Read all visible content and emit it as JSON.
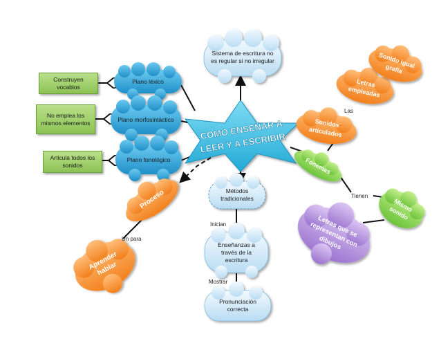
{
  "center": {
    "line1": "COMO ENSEÑAR A",
    "line2": "LEER Y A ESCRIBIR"
  },
  "left_boxes": [
    {
      "text": "Construyen vocablos"
    },
    {
      "text": "No emplea los mismos elementos"
    },
    {
      "text": "Articula todos los sonidos"
    }
  ],
  "plano_clouds": [
    {
      "text": "Plano léxico"
    },
    {
      "text": "Plano morfosintáctico"
    },
    {
      "text": "Plano fonológico"
    }
  ],
  "top_cloud": {
    "text": "Sistema de escritura no es regular si no irregular"
  },
  "metodos": {
    "text": "Métodos tradicionales"
  },
  "ensenanzas": {
    "text": "Enseñanzas a través de la escritura"
  },
  "pronunciacion": {
    "text": "Pronunciación correcta"
  },
  "proceso": {
    "text": "Proceso"
  },
  "aprender": {
    "line1": "Aprender",
    "line2": "hablar"
  },
  "fonemas": {
    "text": "Fonemas"
  },
  "sonidos_articulados": {
    "line1": "Sonidos",
    "line2": "articulados"
  },
  "letras_empleadas": {
    "line1": "Letras",
    "line2": "empleadas"
  },
  "sonido_igual": {
    "line1": "Sonido igual",
    "line2": "grafía"
  },
  "mismo_sonido": {
    "line1": "Mismo",
    "line2": "sonido"
  },
  "letras_dibujos": {
    "line1": "Letras que se",
    "line2": "representan con",
    "line3": "dibujos"
  },
  "connectors": {
    "las": "Las",
    "tienen": "Tienen",
    "inician": "Inician",
    "mostrar": "Mostrar",
    "un_para": "Un para"
  },
  "colors": {
    "center_star": "#3fc3e6",
    "center_text": "#ffffff",
    "plano_cloud": "#2ea3d6",
    "green_box": "#8cc254",
    "light_cloud": "#d7ecf8",
    "orange": "#f58a2a",
    "green_shape": "#8fd25a",
    "purple": "#b48ddb",
    "line": "#111111"
  }
}
